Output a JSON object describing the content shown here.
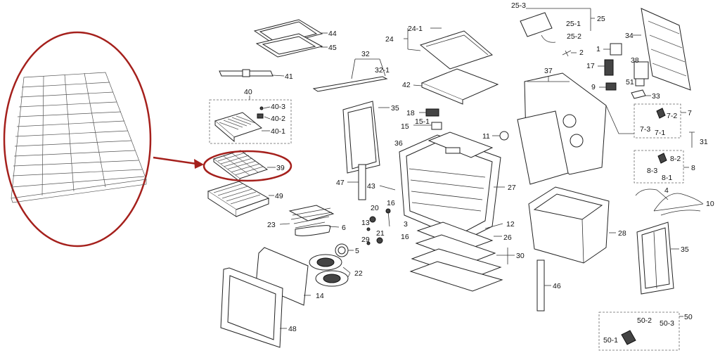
{
  "accent_color": "#a5201c",
  "callouts": [
    {
      "id": "c44",
      "text": "44"
    },
    {
      "id": "c45",
      "text": "45"
    },
    {
      "id": "c41",
      "text": "41"
    },
    {
      "id": "c40",
      "text": "40"
    },
    {
      "id": "c40-3",
      "text": "40-3"
    },
    {
      "id": "c40-2",
      "text": "40-2"
    },
    {
      "id": "c40-1",
      "text": "40-1"
    },
    {
      "id": "c39",
      "text": "39"
    },
    {
      "id": "c49",
      "text": "49"
    },
    {
      "id": "c23",
      "text": "23"
    },
    {
      "id": "c6",
      "text": "6"
    },
    {
      "id": "c5",
      "text": "5"
    },
    {
      "id": "c22",
      "text": "22"
    },
    {
      "id": "c14",
      "text": "14"
    },
    {
      "id": "c48",
      "text": "48"
    },
    {
      "id": "c32",
      "text": "32"
    },
    {
      "id": "c32-1",
      "text": "32-1"
    },
    {
      "id": "c35a",
      "text": "35"
    },
    {
      "id": "c47",
      "text": "47"
    },
    {
      "id": "c43",
      "text": "43"
    },
    {
      "id": "c20",
      "text": "20"
    },
    {
      "id": "c16a",
      "text": "16"
    },
    {
      "id": "c13",
      "text": "13"
    },
    {
      "id": "c21",
      "text": "21"
    },
    {
      "id": "c29",
      "text": "29"
    },
    {
      "id": "c16b",
      "text": "16"
    },
    {
      "id": "c3",
      "text": "3"
    },
    {
      "id": "c36",
      "text": "36"
    },
    {
      "id": "c24-1",
      "text": "24-1"
    },
    {
      "id": "c24",
      "text": "24"
    },
    {
      "id": "c42",
      "text": "42"
    },
    {
      "id": "c18",
      "text": "18"
    },
    {
      "id": "c15-1",
      "text": "15-1"
    },
    {
      "id": "c15",
      "text": "15"
    },
    {
      "id": "c27",
      "text": "27"
    },
    {
      "id": "c11",
      "text": "11"
    },
    {
      "id": "c12",
      "text": "12"
    },
    {
      "id": "c26",
      "text": "26"
    },
    {
      "id": "c30",
      "text": "30"
    },
    {
      "id": "c25-3",
      "text": "25-3"
    },
    {
      "id": "c25",
      "text": "25"
    },
    {
      "id": "c25-1",
      "text": "25-1"
    },
    {
      "id": "c25-2",
      "text": "25-2"
    },
    {
      "id": "c2",
      "text": "2"
    },
    {
      "id": "c1",
      "text": "1"
    },
    {
      "id": "c17",
      "text": "17"
    },
    {
      "id": "c9",
      "text": "9"
    },
    {
      "id": "c37",
      "text": "37"
    },
    {
      "id": "c34",
      "text": "34"
    },
    {
      "id": "c38",
      "text": "38"
    },
    {
      "id": "c51",
      "text": "51"
    },
    {
      "id": "c33",
      "text": "33"
    },
    {
      "id": "c7",
      "text": "7"
    },
    {
      "id": "c7-2",
      "text": "7-2"
    },
    {
      "id": "c7-3",
      "text": "7-3"
    },
    {
      "id": "c7-1",
      "text": "7-1"
    },
    {
      "id": "c31",
      "text": "31"
    },
    {
      "id": "c8",
      "text": "8"
    },
    {
      "id": "c8-2",
      "text": "8-2"
    },
    {
      "id": "c8-3",
      "text": "8-3"
    },
    {
      "id": "c8-1",
      "text": "8-1"
    },
    {
      "id": "c4",
      "text": "4"
    },
    {
      "id": "c10",
      "text": "10"
    },
    {
      "id": "c28",
      "text": "28"
    },
    {
      "id": "c35b",
      "text": "35"
    },
    {
      "id": "c46",
      "text": "46"
    },
    {
      "id": "c50",
      "text": "50"
    },
    {
      "id": "c50-2",
      "text": "50-2"
    },
    {
      "id": "c50-3",
      "text": "50-3"
    },
    {
      "id": "c50-1",
      "text": "50-1"
    }
  ]
}
